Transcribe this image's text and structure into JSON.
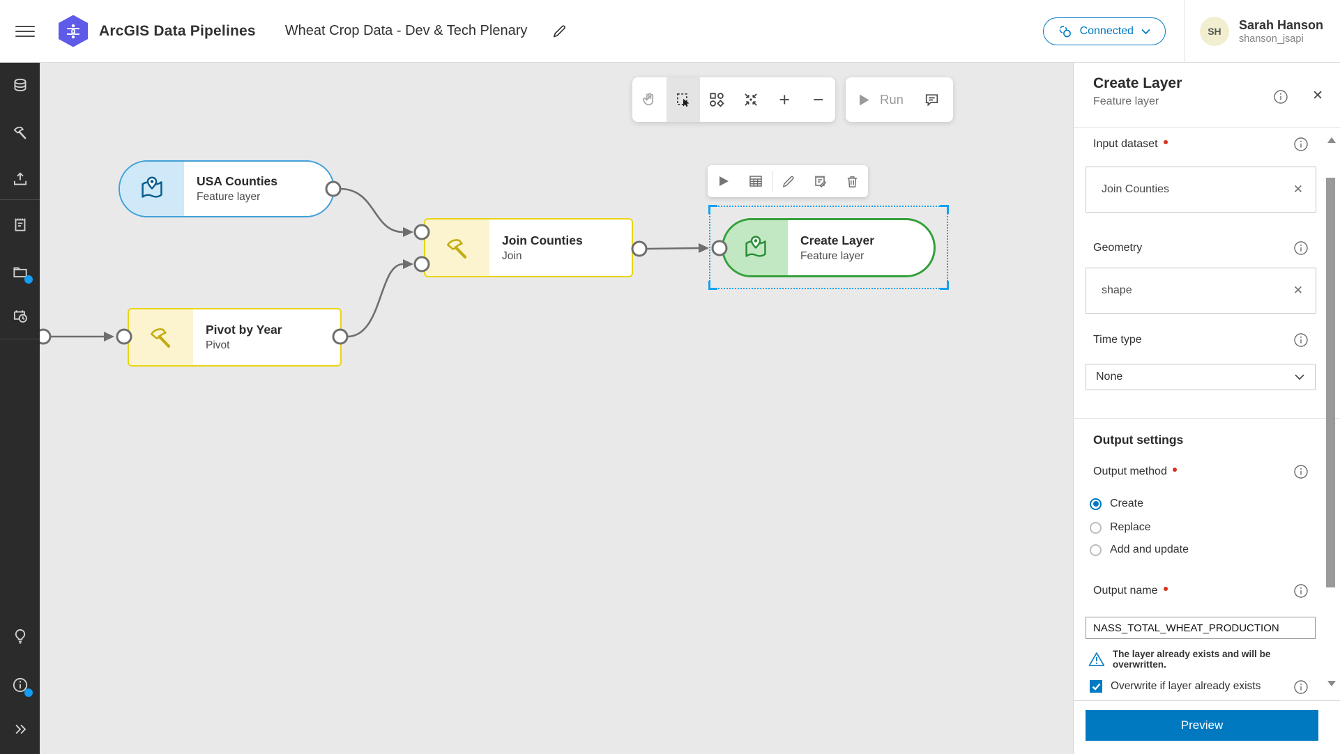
{
  "header": {
    "app_title": "ArcGIS Data Pipelines",
    "doc_title": "Wheat Crop Data - Dev & Tech Plenary",
    "connected_label": "Connected",
    "user_name": "Sarah Hanson",
    "user_username": "shanson_jsapi",
    "user_initials": "SH"
  },
  "sidebar": {
    "icons": [
      "inputs-database",
      "tools-hammer",
      "outputs-publish",
      "notes",
      "catalog-folder",
      "scheduled-tasks",
      "lightbulb-help",
      "info",
      "expand-double-chevron"
    ],
    "notification_dot_color": "#149df2"
  },
  "canvas": {
    "toolbar_icons": [
      "pan-hand",
      "marquee-select",
      "auto-layout",
      "zoom-to-fit",
      "zoom-in",
      "zoom-out"
    ],
    "active_tool": "marquee-select",
    "zoom_in_glyph": "+",
    "zoom_out_glyph": "−",
    "run_label": "Run",
    "node_toolbar_icons": [
      "run-node-play",
      "preview-table",
      "edit-pencil",
      "edit-note",
      "delete-trash"
    ],
    "nodes": [
      {
        "title": "USA Counties",
        "subtitle": "Feature layer",
        "kind": "input",
        "accent": "#41a0d9"
      },
      {
        "title": "Pivot by Year",
        "subtitle": "Pivot",
        "kind": "tool",
        "accent": "#e9d414"
      },
      {
        "title": "Join Counties",
        "subtitle": "Join",
        "kind": "tool",
        "accent": "#e9d414"
      },
      {
        "title": "Create Layer",
        "subtitle": "Feature layer",
        "kind": "output",
        "accent": "#35a03b",
        "selected": true
      }
    ]
  },
  "panel": {
    "title": "Create Layer",
    "subtitle": "Feature layer",
    "close_glyph": "✕",
    "remove_glyph": "✕",
    "input_dataset_label": "Input dataset",
    "input_dataset_value": "Join Counties",
    "geometry_label": "Geometry",
    "geometry_value": "shape",
    "time_type_label": "Time type",
    "time_type_value": "None",
    "output_settings_heading": "Output settings",
    "output_method_label": "Output method",
    "output_method_options": [
      "Create",
      "Replace",
      "Add and update"
    ],
    "output_method_selected": "Create",
    "output_name_label": "Output name",
    "output_name_value": "NASS_TOTAL_WHEAT_PRODUCTION",
    "warning_text": "The layer already exists and will be overwritten.",
    "overwrite_label": "Overwrite if layer already exists",
    "overwrite_checked": true,
    "preview_label": "Preview"
  },
  "colors": {
    "accent_blue": "#007ac2",
    "selection_blue": "#14a1f0",
    "required_red": "#d83020",
    "node_blue_fill": "#cfe9f8",
    "node_yellow_fill": "#fbf4cf",
    "node_green_fill": "#c2e8c3",
    "sidebar_bg": "#2b2b2b",
    "canvas_bg": "#e9e9e9"
  }
}
